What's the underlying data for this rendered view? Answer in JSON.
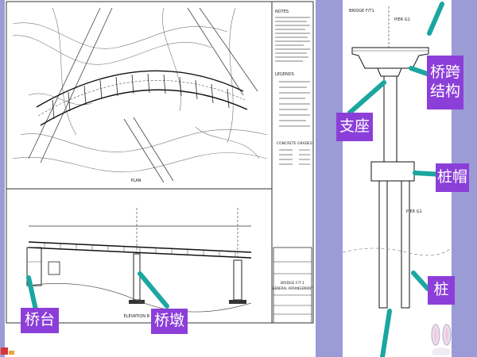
{
  "labels": {
    "abutment": "桥台",
    "pier": "桥墩",
    "bearing": "支座",
    "span_l1": "桥跨",
    "span_l2": "结构",
    "pile_cap": "桩帽",
    "pile": "桩"
  },
  "drawing_text": {
    "notes_heading": "NOTES",
    "legend_heading": "LEGENDS",
    "concrete_heading": "CONCRETE GRADES",
    "plan_caption": "PLAN",
    "elevation_caption": "ELEVATION B - B",
    "title_line1": "BRIDGE F/T 1",
    "title_line2": "GENERAL ARRANGEMENT",
    "pier_tag": "PIER G1",
    "bridge_tag": "BRIDGE F/T1"
  },
  "colors": {
    "side_strip": "#9b9bd6",
    "label_fill": "#8b3fd8",
    "label_text": "#ffffff",
    "arrow_teal": "#1aa7a0",
    "line_dark": "#222222"
  },
  "icons": [
    "arrow-icon",
    "bunny-icon",
    "slide-logo-icon"
  ]
}
